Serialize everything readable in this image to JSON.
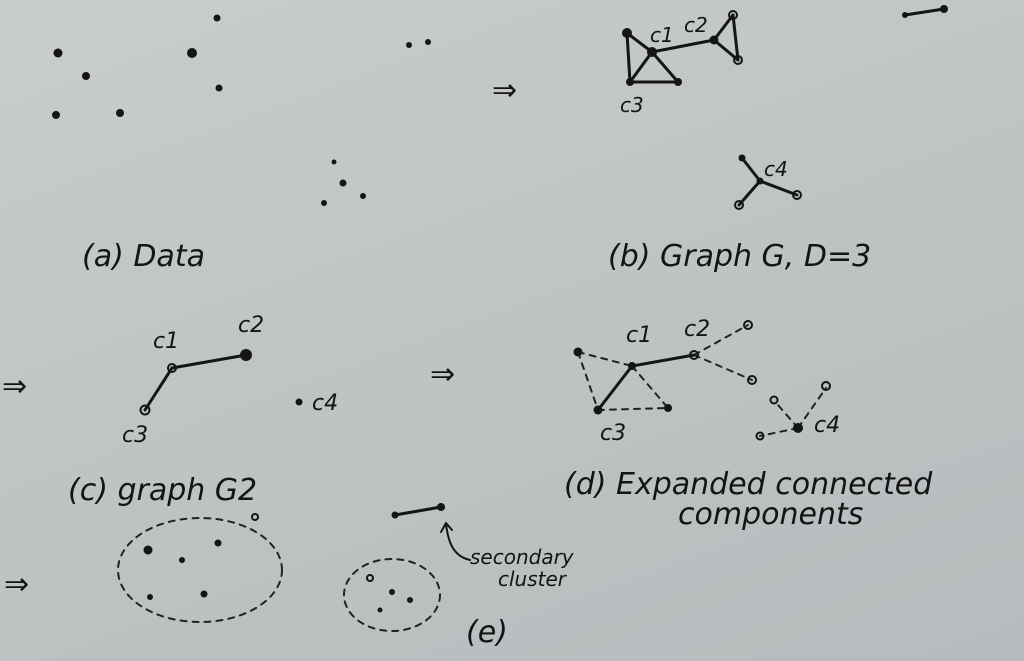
{
  "panel_a": {
    "caption": "(a)  Data"
  },
  "panel_b": {
    "caption": "(b)  Graph  G, D=3",
    "labels": {
      "c1": "c1",
      "c2": "c2",
      "c3": "c3",
      "c4": "c4"
    }
  },
  "panel_c": {
    "caption": "(c)  graph  G2",
    "labels": {
      "c1": "c1",
      "c2": "c2",
      "c3": "c3",
      "c4": "c4"
    }
  },
  "panel_d": {
    "caption_line1": "(d)  Expanded  connected",
    "caption_line2": "components",
    "labels": {
      "c1": "c1",
      "c2": "c2",
      "c3": "c3",
      "c4": "c4"
    }
  },
  "panel_e": {
    "caption": "(e)",
    "annotation_line1": "secondary",
    "annotation_line2": "cluster"
  },
  "arrows": {
    "implies": "⇒"
  }
}
